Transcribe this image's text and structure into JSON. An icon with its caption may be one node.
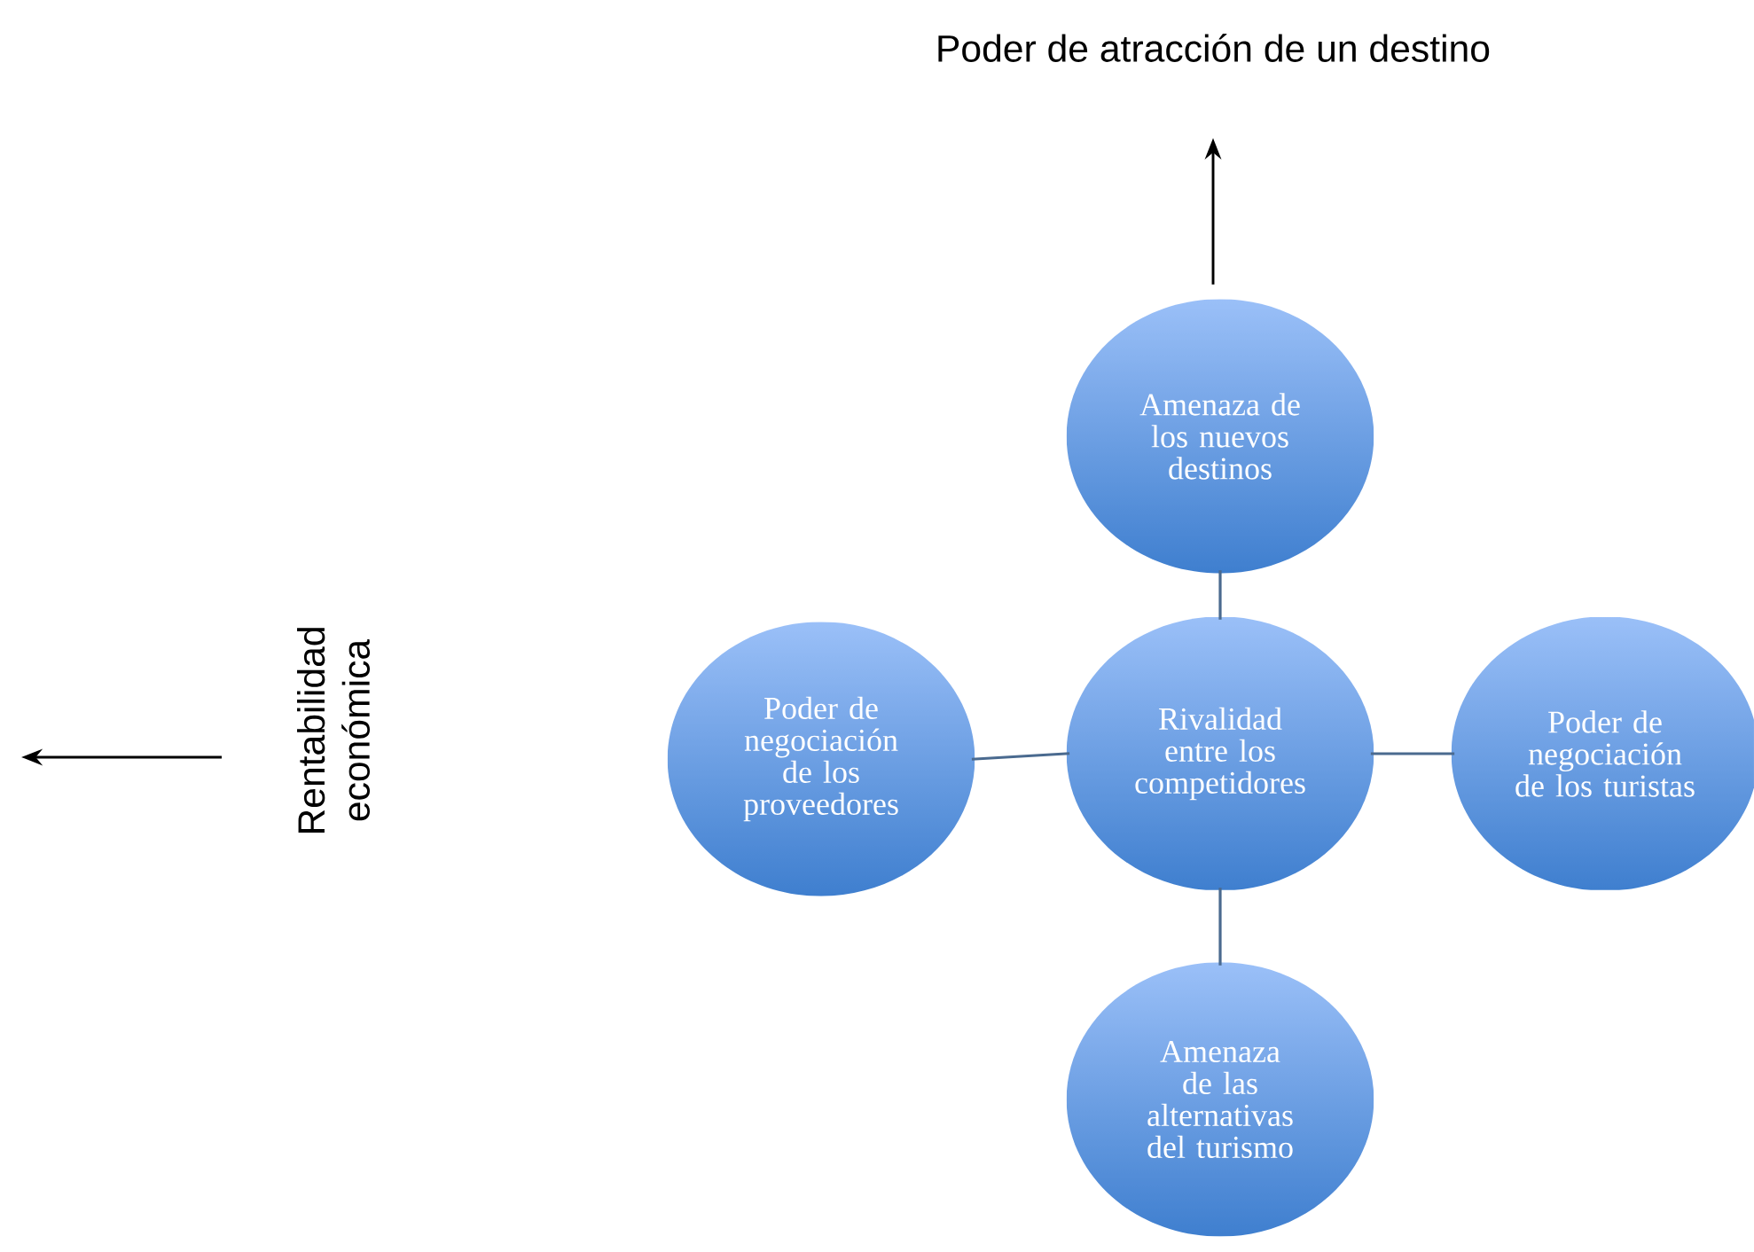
{
  "diagram": {
    "nodes": [
      {
        "text": [
          "Amenaza de los nuevos destinos"
        ]
      },
      {
        "text": [
          "Poder de negociación de los proveedores"
        ]
      },
      {
        "text": [
          "Rivalidad entre los competidores"
        ]
      },
      {
        "text": [
          "Poder de negociación de los turistas"
        ]
      },
      {
        "text": [
          "Amenaza de las alternativas del turismo"
        ]
      },
      {
        "text": [
          "Poder de atracción de un destino"
        ]
      }
    ],
    "edges": [
      {
        "from": 2,
        "to": 0,
        "arrow": "none"
      },
      {
        "from": 1,
        "to": 2,
        "arrow": "none"
      },
      {
        "from": 2,
        "to": 3,
        "arrow": "none"
      },
      {
        "from": 2,
        "to": 4,
        "arrow": "none"
      },
      {
        "from": 0,
        "to": 5,
        "arrow": "to",
        "color": "#000000"
      }
    ],
    "labels": [
      "Rentabilidad económica"
    ]
  }
}
